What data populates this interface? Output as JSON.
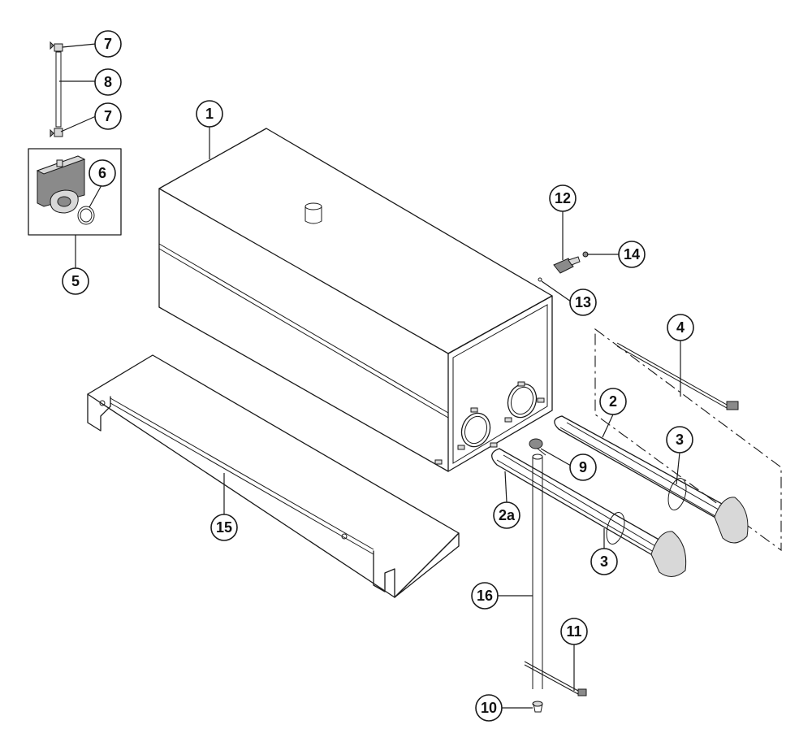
{
  "callouts": {
    "c1": "1",
    "c2": "2",
    "c2a": "2a",
    "c3a": "3",
    "c3b": "3",
    "c4": "4",
    "c5": "5",
    "c6": "6",
    "c7a": "7",
    "c7b": "7",
    "c8": "8",
    "c9": "9",
    "c10": "10",
    "c11": "11",
    "c12": "12",
    "c13": "13",
    "c14": "14",
    "c15": "15",
    "c16": "16"
  }
}
